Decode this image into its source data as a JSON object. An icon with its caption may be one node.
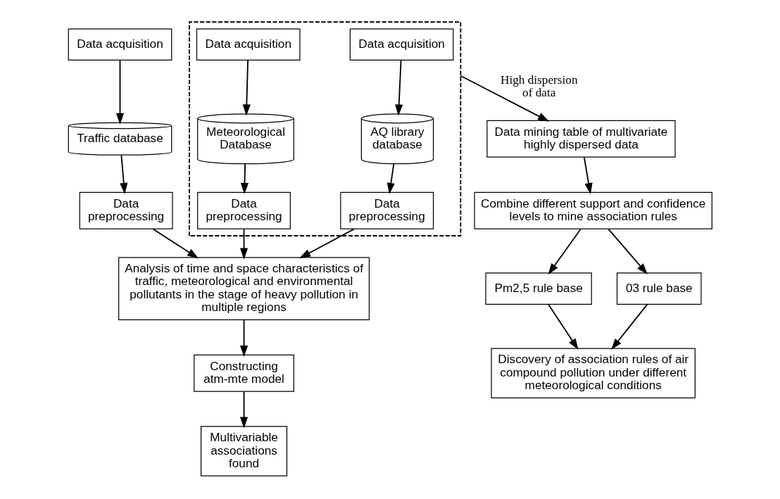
{
  "diagram": {
    "nodes": [
      {
        "text": [],
        "shape": "box"
      },
      {
        "text": [
          "Data acquisition"
        ]
      },
      {
        "text": [
          "Traffic database"
        ]
      },
      {
        "text": [
          "Data preprocessing"
        ]
      },
      {
        "text": [
          "Data acquisition"
        ],
        "in": 0
      },
      {
        "text": [
          "AQ library database"
        ],
        "in": 0
      },
      {
        "text": [
          "Data preprocessing"
        ],
        "in": 0
      },
      {
        "text": [
          "Data acquisition"
        ],
        "in": 0
      },
      {
        "text": [
          "Meteorological Database"
        ],
        "in": 0
      },
      {
        "text": [
          "Data preprocessing"
        ],
        "in": 0
      },
      {
        "text": [
          "Analysis of time and space characteristics of traffic, meteorological and environmental pollutants in the stage of heavy pollution in multiple regions"
        ]
      },
      {
        "text": [
          "Constructing atm-mte model"
        ]
      },
      {
        "text": [
          "Multivariable associations found"
        ]
      },
      {
        "text": [
          "Data mining table of multivariate highly dispersed data"
        ]
      },
      {
        "text": [
          "Combine different support and confidence levels to mine association rules"
        ]
      },
      {
        "text": [
          "Pm2,5 rule base"
        ]
      },
      {
        "text": [
          "03 rule base"
        ]
      },
      {
        "text": [
          "Discovery of association rules of air compound pollution under different meteorological conditions"
        ]
      }
    ],
    "edges": [
      {
        "from": 1,
        "to": 2,
        "arrow": "to"
      },
      {
        "from": 2,
        "to": 3,
        "arrow": "to"
      },
      {
        "from": 4,
        "to": 5,
        "arrow": "to"
      },
      {
        "from": 5,
        "to": 6,
        "arrow": "to"
      },
      {
        "from": 7,
        "to": 8,
        "arrow": "to"
      },
      {
        "from": 8,
        "to": 9,
        "arrow": "to"
      },
      {
        "from": 3,
        "to": 10,
        "arrow": "to"
      },
      {
        "from": 6,
        "to": 10,
        "arrow": "to"
      },
      {
        "from": 9,
        "to": 10,
        "arrow": "to"
      },
      {
        "from": 10,
        "to": 11,
        "arrow": "to"
      },
      {
        "from": 11,
        "to": 12,
        "arrow": "to"
      },
      {
        "from": 0,
        "to": 13,
        "arrow": "to",
        "label": "High dispersion of data"
      },
      {
        "from": 13,
        "to": 14,
        "arrow": "to"
      },
      {
        "from": 14,
        "to": 15,
        "arrow": "to"
      },
      {
        "from": 14,
        "to": 16,
        "arrow": "to"
      },
      {
        "from": 15,
        "to": 17,
        "arrow": "to"
      },
      {
        "from": 16,
        "to": 17,
        "arrow": "to"
      }
    ]
  }
}
